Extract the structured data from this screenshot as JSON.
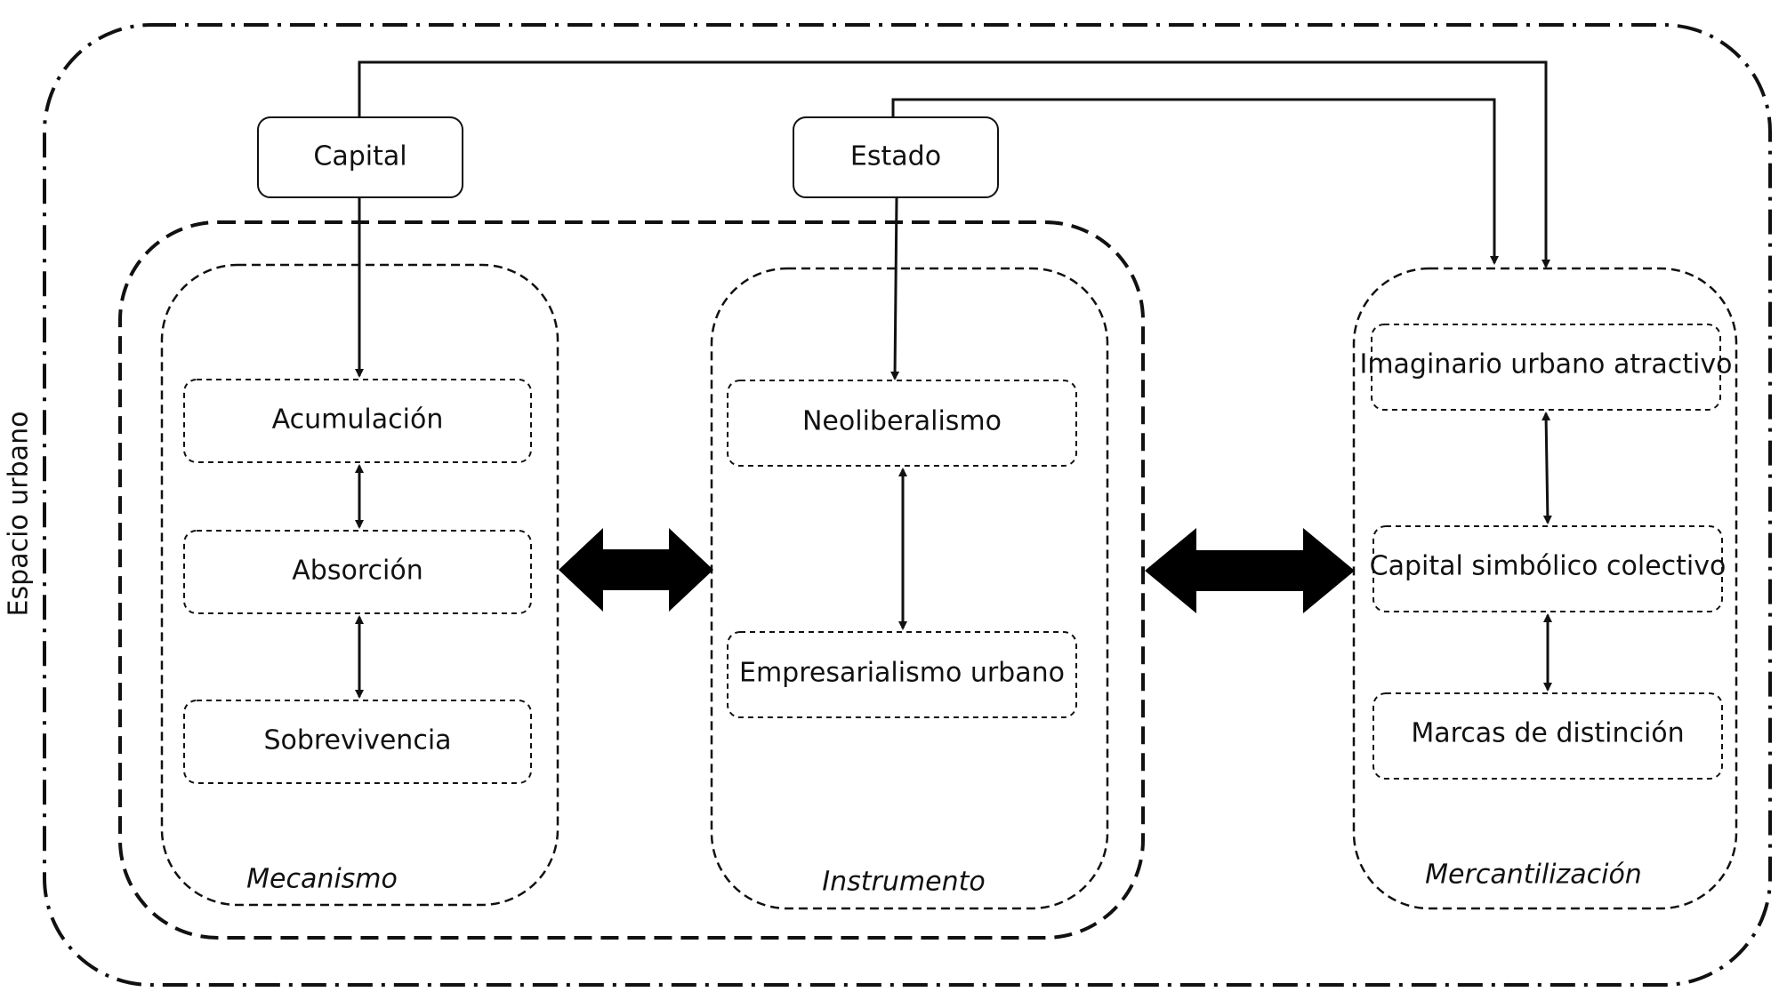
{
  "diagram": {
    "outer_label": "Espacio urbano",
    "drivers": {
      "capital": "Capital",
      "estado": "Estado"
    },
    "groups": {
      "mecanismo": {
        "caption": "Mecanismo",
        "items": [
          "Acumulación",
          "Absorción",
          "Sobrevivencia"
        ]
      },
      "instrumento": {
        "caption": "Instrumento",
        "items": [
          "Neoliberalismo",
          "Empresarialismo urbano"
        ]
      },
      "mercantilizacion": {
        "caption": "Mercantilización",
        "items": [
          "Imaginario urbano atractivo",
          "Capital simbólico colectivo",
          "Marcas de distinción"
        ]
      }
    }
  }
}
